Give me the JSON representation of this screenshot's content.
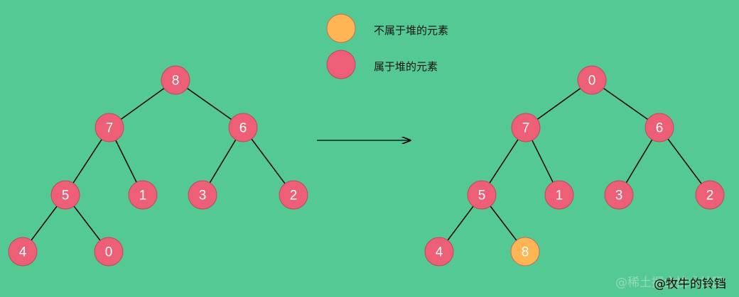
{
  "legend": [
    {
      "label": "不属于堆的元素",
      "color": "#ffb554"
    },
    {
      "label": "属于堆的元素",
      "color": "#ec5f77"
    }
  ],
  "colors": {
    "background": "#55c994",
    "heap": "#ec5f77",
    "not_heap": "#ffb554",
    "stroke": "#b94a5a",
    "edge": "#000000"
  },
  "trees": [
    {
      "name": "before",
      "values": [
        "8",
        "7",
        "6",
        "5",
        "1",
        "3",
        "2",
        "4",
        "0"
      ],
      "not_in_heap": []
    },
    {
      "name": "after",
      "values": [
        "0",
        "7",
        "6",
        "5",
        "1",
        "3",
        "2",
        "4",
        "8"
      ],
      "not_in_heap": [
        8
      ]
    }
  ],
  "arrow": "right-arrow",
  "watermarks": {
    "platform": "@稀土掘金技术社区",
    "author": "@牧牛的铃铛"
  }
}
